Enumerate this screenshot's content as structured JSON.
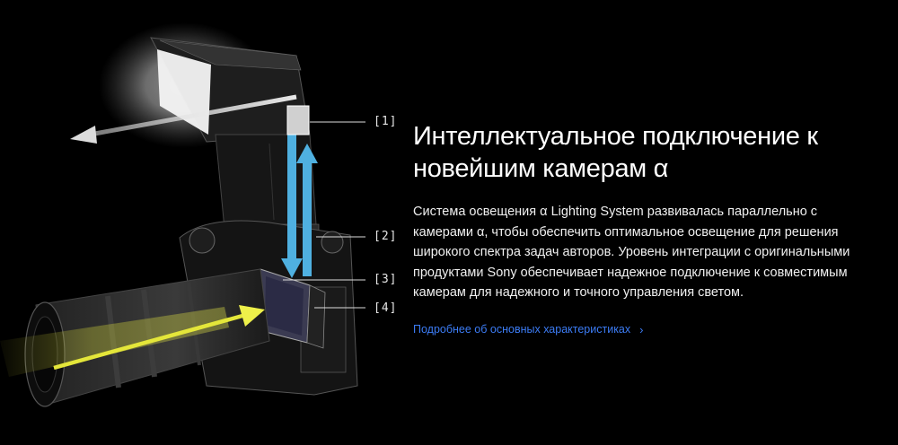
{
  "headline": {
    "line1": "Интеллектуальное подключение к",
    "line2": "новейшим камерам α"
  },
  "body": "Система освещения α Lighting System развивалась параллельно с камерами α, чтобы обеспечить оптимальное освещение для решения широкого спектра задач авторов. Уровень интеграции с оригинальными продуктами Sony обеспечивает надежное подключение к совместимым камерам для надежного и точного управления светом.",
  "link": {
    "label": "Подробнее об основных характеристиках",
    "icon": "chevron-right-icon",
    "color": "#3c7cf5"
  },
  "callouts": [
    "[1]",
    "[2]",
    "[3]",
    "[4]"
  ],
  "colors": {
    "background": "#000000",
    "signal_arrow": "#4fb0e0",
    "light_arrow": "#e4e63a"
  }
}
